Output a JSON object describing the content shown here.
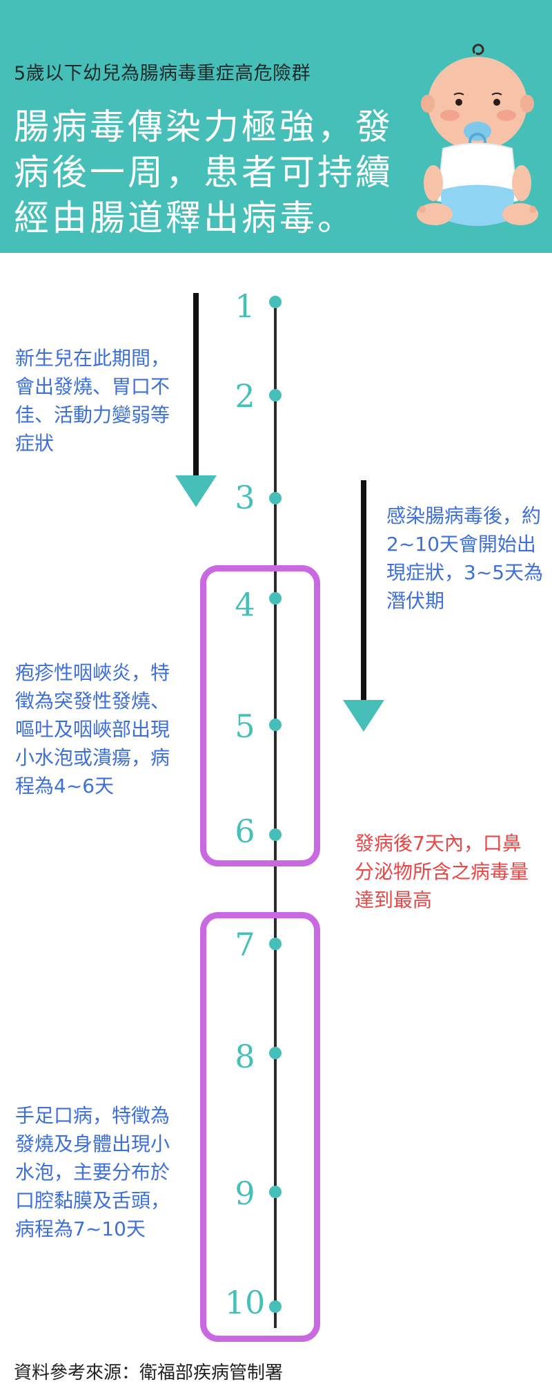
{
  "header": {
    "subtitle": "5歲以下幼兒為腸病毒重症高危險群",
    "headline": "腸病毒傳染力極強，發病後一周，患者可持續經由腸道釋出病毒。"
  },
  "timeline": {
    "numbers": [
      "1",
      "2",
      "3",
      "4",
      "5",
      "6",
      "7",
      "8",
      "9",
      "10"
    ]
  },
  "notes": {
    "newborn": "新生兒在此期間，會出發燒、胃口不佳、活動力變弱等症狀",
    "incubation": "感染腸病毒後，約2~10天會開始出現症狀，3~5天為潛伏期",
    "herpangina": "疱疹性咽峽炎，特徵為突發性發燒、嘔吐及咽峽部出現小水泡或潰瘍，病程為4~6天",
    "peak": "發病後7天內，口鼻分泌物所含之病毒量達到最高",
    "hfmd": "手足口病，特徵為發燒及身體出現小水泡，主要分布於口腔黏膜及舌頭，病程為7~10天"
  },
  "footer": {
    "source": "資料參考來源：衛福部疾病管制署"
  },
  "colors": {
    "header_bg": "#47bfb9",
    "teal": "#47bfb9",
    "box_purple": "#c969e2",
    "note_blue": "#3d6fd9",
    "note_red": "#ea4646"
  }
}
